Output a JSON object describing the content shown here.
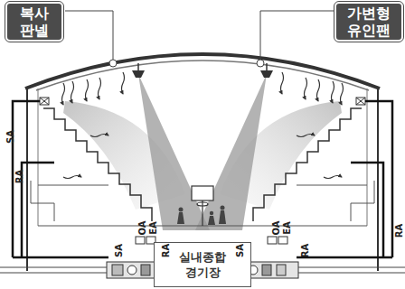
{
  "diagram": {
    "nodes": [
      {
        "text": [
          "복사 판넬"
        ]
      },
      {
        "text": [
          "가변형 유인팬"
        ]
      },
      {
        "text": [
          "실내종합 경기장"
        ]
      }
    ],
    "labels": [
      "SA",
      "RA",
      "SA",
      "OA",
      "EA",
      "RA",
      "RA",
      "SA",
      "OA",
      "EA",
      "RA"
    ]
  }
}
